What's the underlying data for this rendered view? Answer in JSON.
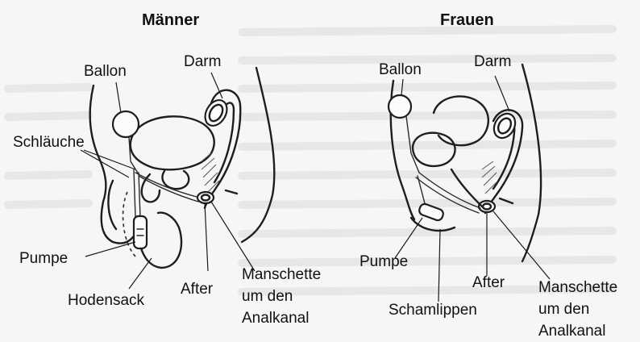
{
  "panels": {
    "men": {
      "title": "Männer",
      "labels": {
        "balloon": "Ballon",
        "bowel": "Darm",
        "tubes": "Schläuche",
        "pump": "Pumpe",
        "scrotum": "Hodensack",
        "anus": "After",
        "cuff_line1": "Manschette",
        "cuff_line2": "um den",
        "cuff_line3": "Analkanal"
      }
    },
    "women": {
      "title": "Frauen",
      "labels": {
        "balloon": "Ballon",
        "bowel": "Darm",
        "pump": "Pumpe",
        "labia": "Schamlippen",
        "anus": "After",
        "cuff_line1": "Manschette",
        "cuff_line2": "um den",
        "cuff_line3": "Analkanal"
      }
    }
  },
  "colors": {
    "ink": "#1e1e1e",
    "paper": "#f6f6f4",
    "bleed_through": "#dcdcda"
  }
}
